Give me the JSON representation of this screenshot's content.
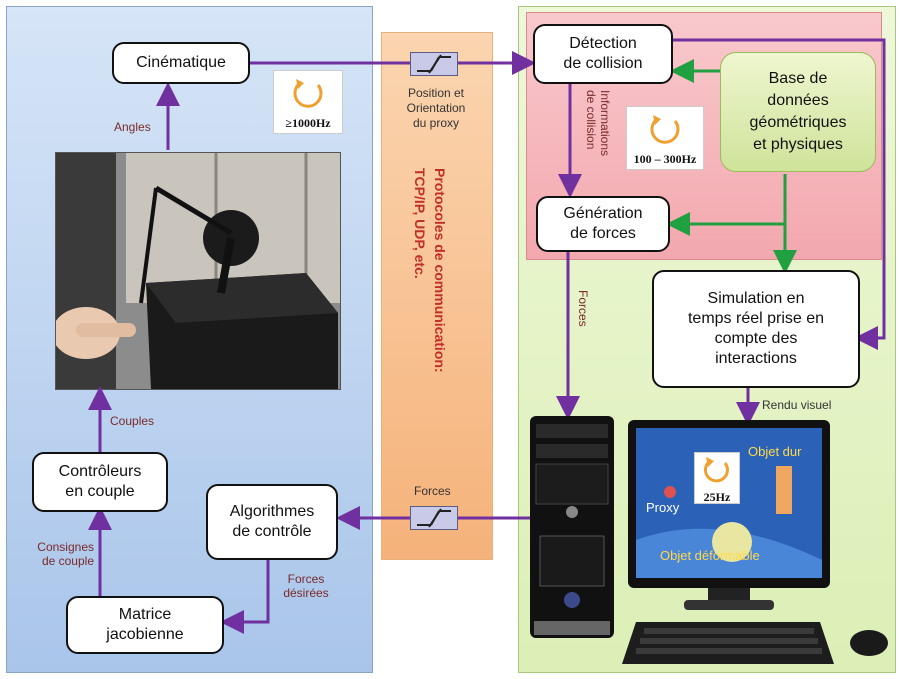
{
  "nodes": {
    "cinematique": "Cinématique",
    "detection": "Détection\nde collision",
    "base": "Base de\ndonnées\ngéométriques\net physiques",
    "generation": "Génération\nde forces",
    "simulation": "Simulation en\ntemps réel prise en\ncompte des\ninteractions",
    "controleurs": "Contrôleurs\nen couple",
    "algorithmes": "Algorithmes\nde contrôle",
    "matrice": "Matrice\njacobienne"
  },
  "labels": {
    "angles": "Angles",
    "position": "Position et\nOrientation\ndu proxy",
    "protocoles": "Protocoles de communication:\nTCP/IP, UDP, etc.",
    "informations": "Informations\nde collision",
    "forces_vertical": "Forces",
    "rendu": "Rendu visuel",
    "forces_mid": "Forces",
    "couples": "Couples",
    "consignes": "Consignes\nde couple",
    "forces_desirees": "Forces\ndésirées"
  },
  "frequencies": {
    "left": "≥1000Hz",
    "right": "100 – 300Hz",
    "screen": "25Hz"
  },
  "screen": {
    "objet_dur": "Objet dur",
    "proxy": "Proxy",
    "objet_deformable": "Objet déformable"
  },
  "colors": {
    "arrow_purple": "#7030a0",
    "arrow_green": "#20a040",
    "refresh_orange": "#f0a030"
  }
}
